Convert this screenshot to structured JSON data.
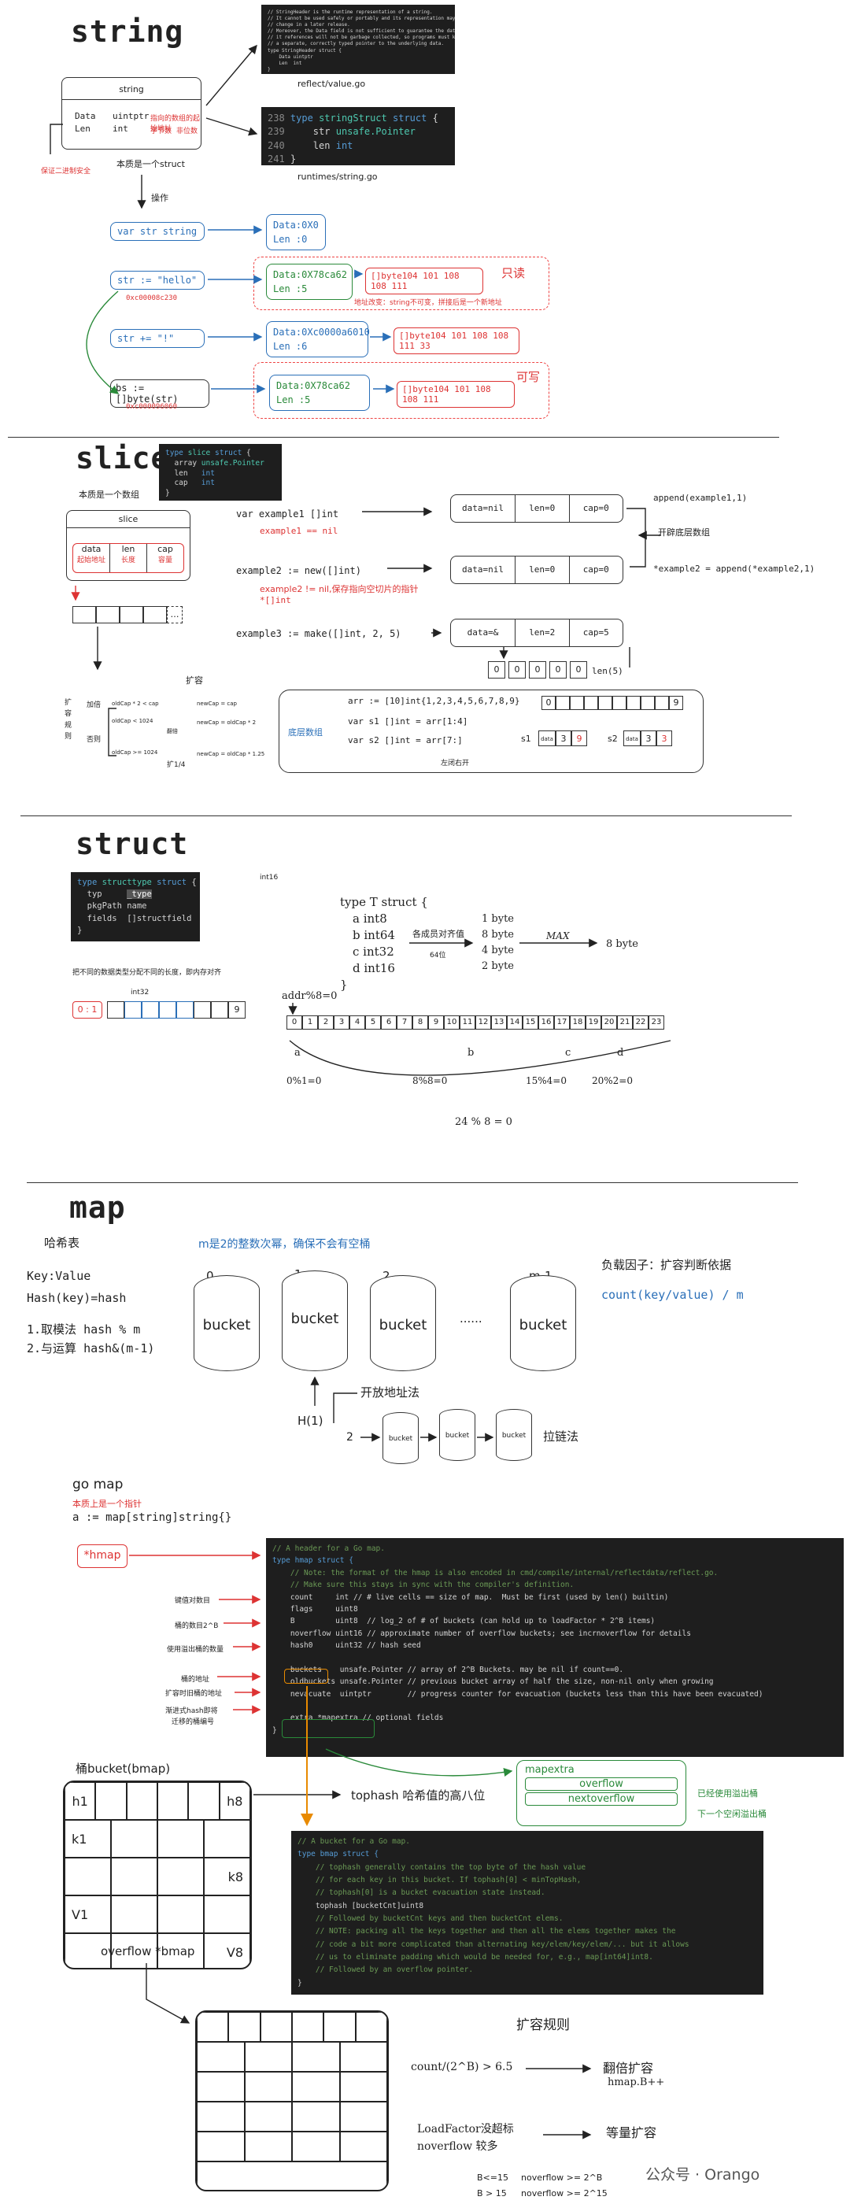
{
  "string": {
    "title": "string",
    "box_title": "string",
    "data_label": "Data",
    "data_type": "uintptr",
    "data_note": "指向的数组的起始地址",
    "len_label": "Len",
    "len_type": "int",
    "len_note": "字节数",
    "len_note2": "非位数",
    "safe_note": "保证二进制安全",
    "struct_note": "本质是一个struct",
    "reflect_file": "reflect/value.go",
    "runtime_file": "runtimes/string.go",
    "reflect_code": "// StringHeader is the runtime representation of a string.\n// It cannot be used safely or portably and its representation may\n// change in a later release.\n// Moreover, the Data field is not sufficient to guarantee the data\n// it references will not be garbage collected, so programs must keep\n// a separate, correctly typed pointer to the underlying data.\ntype StringHeader struct {\n    Data uintptr\n    Len  int\n}",
    "runtime_code_lines": [
      "238",
      "239",
      "240",
      "241"
    ],
    "runtime_code": [
      "type stringStruct struct {",
      "    str unsafe.Pointer",
      "    len int",
      "}"
    ],
    "op_label": "操作",
    "op1": "var str string",
    "op1_box": [
      "Data:0X0",
      "Len :0"
    ],
    "op2": "str := \"hello\"",
    "op2_addr": "0xc00008c230",
    "op2_box": [
      "Data:0X78ca62",
      "Len :5"
    ],
    "op2_bytes": "[]byte104 101 108 108 111",
    "readonly": "只读",
    "addr_note": "地址改变：string不可变，拼接后是一个新地址",
    "op3": "str += \"!\"",
    "op3_box": [
      "Data:0Xc0000a6010",
      "Len :6"
    ],
    "op3_bytes": "[]byte104 101 108 108 111 33",
    "op4": "bs :=[]byte(str)",
    "op4_addr": "0xc000096060",
    "op4_box": [
      "Data:0X78ca62",
      "Len :5"
    ],
    "op4_bytes": "[]byte104 101 108 108 111",
    "writable": "可写"
  },
  "slice": {
    "title": "slice",
    "code": [
      "type slice struct {",
      "    array unsafe.Pointer",
      "    len   int",
      "    cap   int",
      "}"
    ],
    "struct_note": "本质是一个数组",
    "box_title": "slice",
    "fields": [
      "data",
      "len",
      "cap"
    ],
    "field_notes": [
      "起始地址",
      "长度",
      "容量"
    ],
    "expand": "扩容",
    "rule_label": [
      "扩",
      "容",
      "规",
      "则"
    ],
    "rule_double": "加倍",
    "rule_double_cond": "oldCap * 2 < cap",
    "rule_double_res": "newCap = cap",
    "rule_else": "否则",
    "rule_lt": "oldCap < 1024",
    "rule_lt_res": "newCap = oldCap * 2",
    "rule_ge": "oldCap >= 1024",
    "rule_ge_res": "newCap = oldCap * 1.25",
    "rule_x2": "翻倍",
    "rule_x14": "扩1/4",
    "ex1": "var example1 []int",
    "ex1_note": "example1 == nil",
    "ex2": "example2 := new([]int)",
    "ex2_note": "example2 != nil,保存指向空切片的指针",
    "ex2_note2": "*[]int",
    "ex3": "example3 := make([]int, 2, 5)",
    "row1": [
      "data=nil",
      "len=0",
      "cap=0"
    ],
    "row2": [
      "data=nil",
      "len=0",
      "cap=0"
    ],
    "row3": [
      "data=&",
      "len=2",
      "cap=5"
    ],
    "len5": "len(5)",
    "append1": "append(example1,1)",
    "append_note": "开辟底层数组",
    "append2": "*example2 = append(*example2,1)",
    "zeros": [
      "0",
      "0",
      "0",
      "0",
      "0"
    ],
    "arr_decl": "arr := [10]int{1,2,3,4,5,6,7,8,9}",
    "s1_decl": "var s1 []int = arr[1:4]",
    "s2_decl": "var s2 []int = arr[7:]",
    "bottom_arr": "底层数组",
    "left_close": "左闭右开",
    "arr_first": "0",
    "arr_last": "9",
    "s1": "s1",
    "s1_cells": [
      "data",
      "3",
      "9"
    ],
    "s2": "s2",
    "s2_cells": [
      "data",
      "3",
      "3"
    ]
  },
  "struct": {
    "title": "struct",
    "code": [
      "type structtype struct {",
      "    typ      _type",
      "    pkgPath  name",
      "    fields   []structfield",
      "}"
    ],
    "int16": "int16",
    "int32": "int32",
    "align_note": "把不同的数据类型分配不同的长度，即内存对齐",
    "type_decl": "type T struct {",
    "fields": [
      "a int8",
      "b int64",
      "c int32",
      "d int16"
    ],
    "close": "}",
    "sizes": [
      "1 byte",
      "8 byte",
      "4 byte",
      "2 byte"
    ],
    "align_label": "各成员对齐值",
    "bit64": "64位",
    "max": "MAX",
    "result": "8 byte",
    "addr": "addr%8=0",
    "addr_cells": [
      "0",
      "1",
      "2",
      "3",
      "4",
      "5",
      "6",
      "7",
      "8",
      "9",
      "10",
      "11",
      "12",
      "13",
      "14",
      "15",
      "16",
      "17",
      "18",
      "19",
      "20",
      "21",
      "22",
      "23"
    ],
    "segs": [
      "a",
      "b",
      "c",
      "d"
    ],
    "calc": [
      "0%1=0",
      "8%8=0",
      "15%4=0",
      "20%2=0"
    ],
    "total": "24 % 8 = 0",
    "left_cells": [
      "0",
      "1"
    ],
    "left_last": "9"
  },
  "map": {
    "title": "map",
    "hashtable": "哈希表",
    "kv": "Key:Value",
    "hash": "Hash(key)=hash",
    "m1": "1.取模法 hash % m",
    "m2": "2.与运算 hash&(m-1)",
    "power_note": "m是2的整数次幂，确保不会有空桶",
    "buckets": [
      "0",
      "1",
      "2",
      "m-1"
    ],
    "bucket": "bucket",
    "dots": "......",
    "load": "负载因子：扩容判断依据",
    "load_formula": "count(key/value) / m",
    "open": "开放地址法",
    "h1": "H(1)",
    "two": "2",
    "chain": "拉链法",
    "gomap": "go map",
    "gomap_note": "本质上是一个指针",
    "gomap_decl": "a := map[string]string{}",
    "hmap": "*hmap",
    "anno": [
      "键值对数目",
      "桶的数目2^B",
      "使用溢出桶的数量",
      "桶的地址",
      "扩容时旧桶的地址",
      "渐进式hash即将",
      "迁移的桶编号"
    ],
    "hmap_code": [
      "// A header for a Go map.",
      "type hmap struct {",
      "    // Note: the format of the hmap is also encoded in cmd/compile/internal/reflectdata/reflect.go.",
      "    // Make sure this stays in sync with the compiler's definition.",
      "    count     int // # live cells == size of map.  Must be first (used by len() builtin)",
      "    flags     uint8",
      "    B         uint8  // log_2 of # of buckets (can hold up to loadFactor * 2^B items)",
      "    noverflow uint16 // approximate number of overflow buckets; see incrnoverflow for details",
      "    hash0     uint32 // hash seed",
      "",
      "    buckets    unsafe.Pointer // array of 2^B Buckets. may be nil if count==0.",
      "    oldbuckets unsafe.Pointer // previous bucket array of half the size, non-nil only when growing",
      "    nevacuate  uintptr        // progress counter for evacuation (buckets less than this have been evacuated)",
      "",
      "    extra *mapextra // optional fields",
      "}"
    ],
    "bmap_title": "桶bucket(bmap)",
    "grid_labels": {
      "h1": "h1",
      "h8": "h8",
      "k1": "k1",
      "k8": "k8",
      "v1": "V1",
      "v8": "V8"
    },
    "overflow": "overflow *bmap",
    "tophash": "tophash 哈希值的高八位",
    "mapextra": "mapextra",
    "mapextra_fields": [
      "overflow",
      "nextoverflow"
    ],
    "mapextra_notes": [
      "已经使用溢出桶",
      "下一个空闲溢出桶"
    ],
    "bmap_code": [
      "// A bucket for a Go map.",
      "type bmap struct {",
      "    // tophash generally contains the top byte of the hash value",
      "    // for each key in this bucket. If tophash[0] < minTopHash,",
      "    // tophash[0] is a bucket evacuation state instead.",
      "    tophash [bucketCnt]uint8",
      "    // Followed by bucketCnt keys and then bucketCnt elems.",
      "    // NOTE: packing all the keys together and then all the elems together makes the",
      "    // code a bit more complicated than alternating key/elem/key/elem/... but it allows",
      "    // us to eliminate padding which would be needed for, e.g., map[int64]int8.",
      "    // Followed by an overflow pointer.",
      "}"
    ],
    "expand_title": "扩容规则",
    "rule1": "count/(2^B) > 6.5",
    "rule1_res": "翻倍扩容",
    "rule1_res2": "hmap.B++",
    "rule2a": "LoadFactor没超标",
    "rule2b": "noverflow 较多",
    "rule2_res": "等量扩容",
    "cond1": "B<=15",
    "cond1_res": "noverflow >= 2^B",
    "cond2": "B > 15",
    "cond2_res": "noverflow >= 2^15",
    "watermark": "公众号 · Orango"
  }
}
